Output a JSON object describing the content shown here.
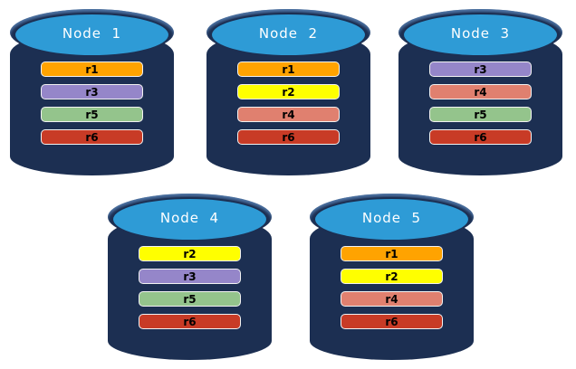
{
  "colors": {
    "cylinder_body": "#1C2F52",
    "cylinder_top": "#2E9BD6",
    "title_text": "#FFFFFF",
    "bar_border": "#F2F2F2",
    "bar_text": "#000000",
    "background": "#FFFFFF"
  },
  "replica_colors": {
    "r1": "#FFA301",
    "r2": "#FFFF00",
    "r3": "#9586C9",
    "r4": "#E0806F",
    "r5": "#94C48C",
    "r6": "#C83B26"
  },
  "nodes": [
    {
      "label": "Node  1",
      "replicas": [
        "r1",
        "r3",
        "r5",
        "r6"
      ]
    },
    {
      "label": "Node  2",
      "replicas": [
        "r1",
        "r2",
        "r4",
        "r6"
      ]
    },
    {
      "label": "Node  3",
      "replicas": [
        "r3",
        "r4",
        "r5",
        "r6"
      ]
    },
    {
      "label": "Node  4",
      "replicas": [
        "r2",
        "r3",
        "r5",
        "r6"
      ]
    },
    {
      "label": "Node  5",
      "replicas": [
        "r1",
        "r2",
        "r4",
        "r6"
      ]
    }
  ]
}
